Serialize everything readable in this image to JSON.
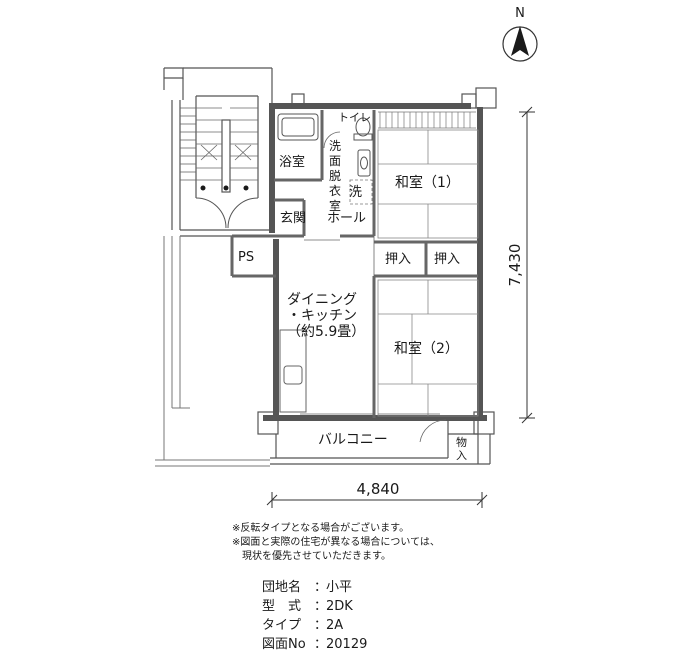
{
  "compass": {
    "label": "N"
  },
  "dimensions": {
    "height": "7,430",
    "width": "4,840"
  },
  "rooms": {
    "toilet": "トイレ",
    "bath": "浴室",
    "washroom": [
      "洗",
      "面",
      "脱",
      "衣",
      "室"
    ],
    "washer": "洗",
    "hall": "ホール",
    "entrance": "玄関",
    "ps": "PS",
    "washitsu1": "和室（1）",
    "oshiire1": "押入",
    "oshiire2": "押入",
    "dining_line1": "ダイニング",
    "dining_line2": "・キッチン",
    "dining_line3": "（約5.9畳）",
    "washitsu2": "和室（2）",
    "balcony": "バルコニー",
    "storage": [
      "物",
      "入"
    ]
  },
  "notes": [
    "※反転タイプとなる場合がございます。",
    "※図面と実際の住宅が異なる場合については、",
    "　現状を優先させていただきます。"
  ],
  "info": [
    {
      "key": "団地名",
      "value": "小平"
    },
    {
      "key": "型　式",
      "value": "2DK"
    },
    {
      "key": "タイプ",
      "value": "2A"
    },
    {
      "key": "図面No",
      "value": "20129"
    }
  ]
}
